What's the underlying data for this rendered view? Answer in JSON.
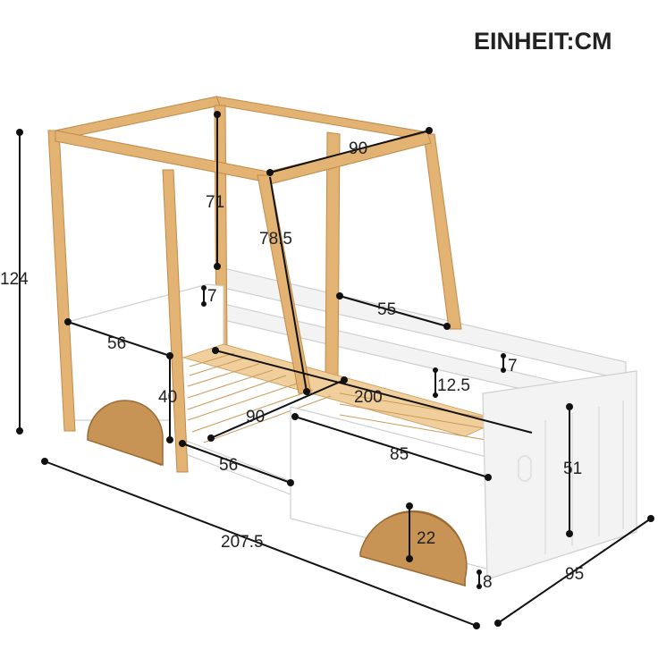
{
  "unit_label": "EINHEIT:CM",
  "dimensions": {
    "total_height": "124",
    "canopy_width": "90",
    "canopy_height": "71",
    "canopy_diagonal": "78.5",
    "rail_gap": "7",
    "top_rail_length": "55",
    "side_rail_gap": "7",
    "front_panel_width": "56",
    "front_panel_height": "40",
    "rail_height": "12.5",
    "mattress_length": "200",
    "mattress_width": "90",
    "front_opening": "56",
    "side_opening": "85",
    "end_height": "51",
    "wheel_height": "22",
    "total_length": "207.5",
    "total_width": "95",
    "floor_clearance": "8"
  }
}
